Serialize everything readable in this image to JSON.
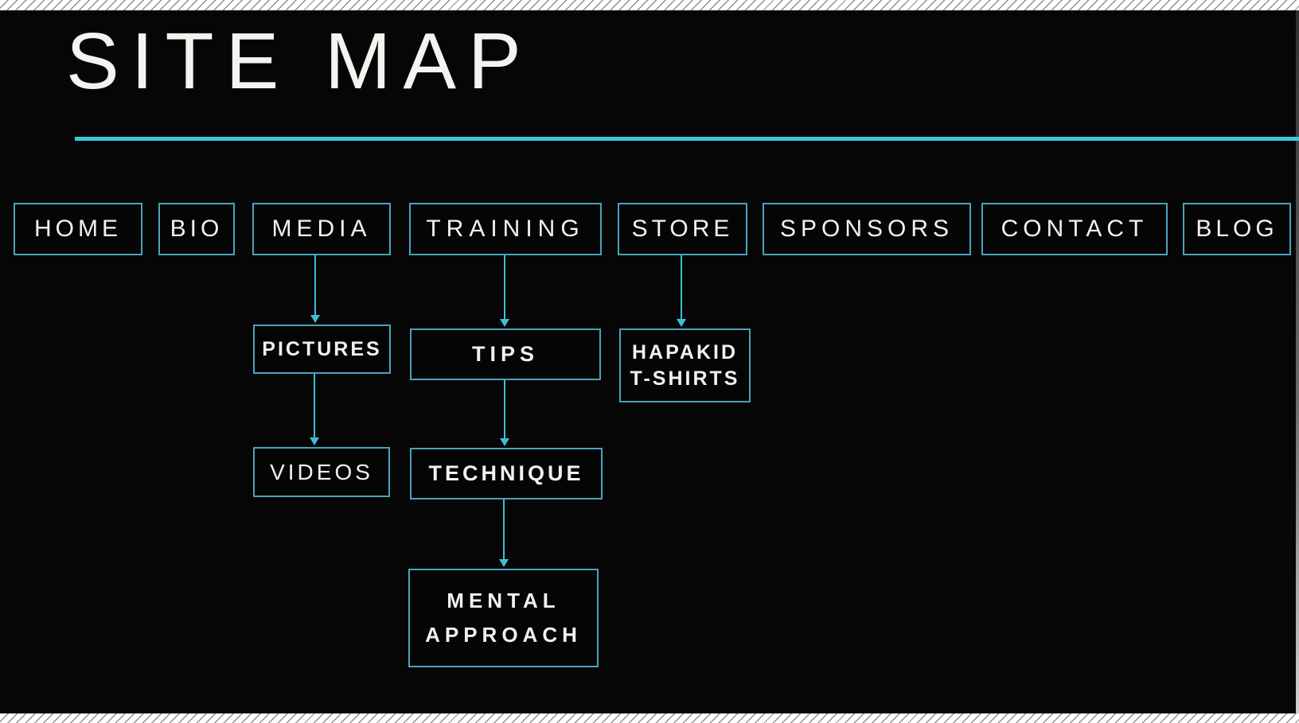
{
  "title": "SITE MAP",
  "colors": {
    "background": "#060606",
    "box_border": "#4BA2BD",
    "title_rule": "#3CC8E0",
    "arrow": "#40BDD9",
    "text": "#F3F1ED"
  },
  "nodes": {
    "home": {
      "label": "HOME"
    },
    "bio": {
      "label": "BIO"
    },
    "media": {
      "label": "MEDIA"
    },
    "training": {
      "label": "TRAINING"
    },
    "store": {
      "label": "STORE"
    },
    "sponsors": {
      "label": "SPONSORS"
    },
    "contact": {
      "label": "CONTACT"
    },
    "blog": {
      "label": "BLOG"
    },
    "pictures": {
      "label": "PICTURES"
    },
    "tips": {
      "label": "TIPS"
    },
    "hapakid": {
      "line1": "HAPAKID",
      "line2": "T-SHIRTS"
    },
    "videos": {
      "label": "VIDEOS"
    },
    "technique": {
      "label": "TECHNIQUE"
    },
    "mental": {
      "line1": "MENTAL",
      "line2": "APPROACH"
    }
  },
  "edges": [
    {
      "from": "MEDIA",
      "to": "PICTURES"
    },
    {
      "from": "TRAINING",
      "to": "TIPS"
    },
    {
      "from": "STORE",
      "to": "HAPAKID T-SHIRTS"
    },
    {
      "from": "PICTURES",
      "to": "VIDEOS"
    },
    {
      "from": "TIPS",
      "to": "TECHNIQUE"
    },
    {
      "from": "TECHNIQUE",
      "to": "MENTAL APPROACH"
    }
  ]
}
